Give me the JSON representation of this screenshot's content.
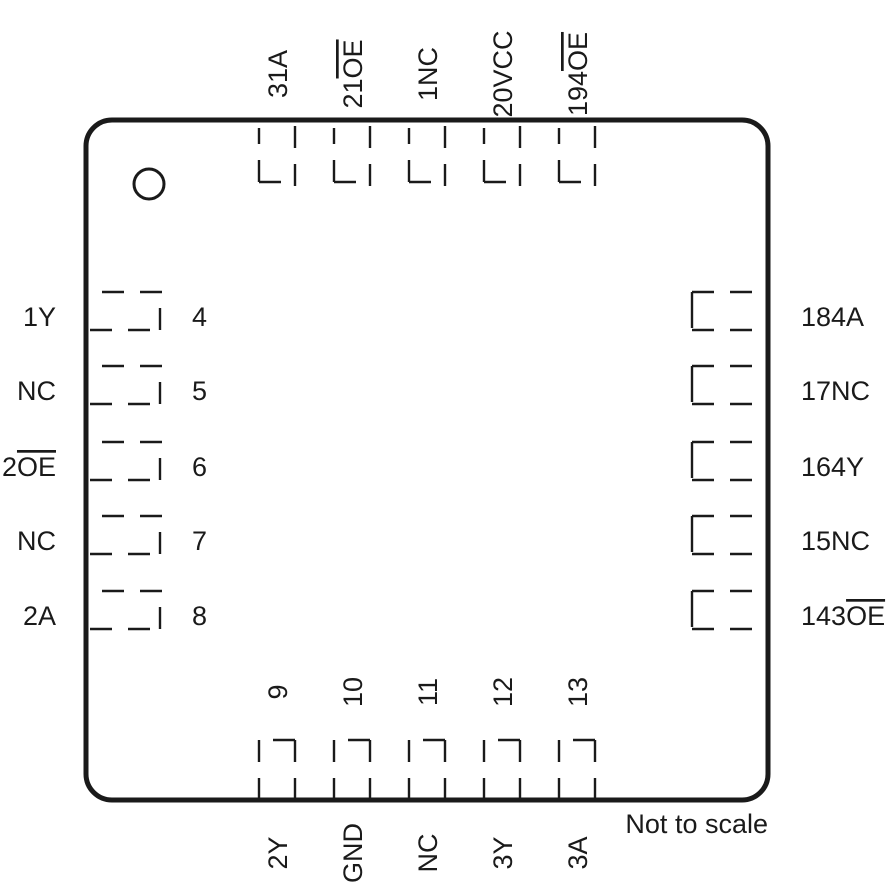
{
  "package": {
    "note": "Not to scale",
    "pins": {
      "top": [
        {
          "label": "31A"
        },
        {
          "label": "21",
          "overline": "OE"
        },
        {
          "label": "1NC"
        },
        {
          "label": "20VCC"
        },
        {
          "label": "194",
          "overline": "OE"
        }
      ],
      "left": [
        {
          "label": "1Y",
          "number": "4"
        },
        {
          "label": "NC",
          "number": "5"
        },
        {
          "label": "2",
          "overline": "OE",
          "number": "6"
        },
        {
          "label": "NC",
          "number": "7"
        },
        {
          "label": "2A",
          "number": "8"
        }
      ],
      "right": [
        {
          "label": "184A"
        },
        {
          "label": "17NC"
        },
        {
          "label": "164Y"
        },
        {
          "label": "15NC"
        },
        {
          "label": "143",
          "overline": "OE"
        }
      ],
      "bottom": [
        {
          "label": "2Y",
          "number": "9"
        },
        {
          "label": "GND",
          "number": "10"
        },
        {
          "label": "NC",
          "number": "11"
        },
        {
          "label": "3Y",
          "number": "12"
        },
        {
          "label": "3A",
          "number": "13"
        }
      ]
    }
  }
}
